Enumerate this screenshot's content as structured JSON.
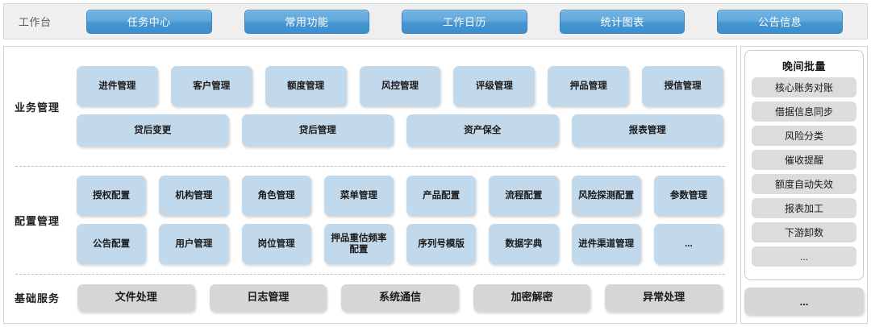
{
  "header": {
    "workbench_label": "工作台",
    "tabs": [
      {
        "label": "任务中心"
      },
      {
        "label": "常用功能"
      },
      {
        "label": "工作日历"
      },
      {
        "label": "统计图表"
      },
      {
        "label": "公告信息"
      }
    ]
  },
  "sections": [
    {
      "label": "业务管理",
      "rows": [
        [
          {
            "label": "进件管理"
          },
          {
            "label": "客户管理"
          },
          {
            "label": "额度管理"
          },
          {
            "label": "风控管理"
          },
          {
            "label": "评级管理"
          },
          {
            "label": "押品管理"
          },
          {
            "label": "授信管理"
          }
        ],
        [
          {
            "label": "贷后变更"
          },
          {
            "label": "贷后管理"
          },
          {
            "label": "资产保全"
          },
          {
            "label": "报表管理"
          }
        ]
      ]
    },
    {
      "label": "配置管理",
      "rows": [
        [
          {
            "label": "授权配置"
          },
          {
            "label": "机构管理"
          },
          {
            "label": "角色管理"
          },
          {
            "label": "菜单管理"
          },
          {
            "label": "产品配置"
          },
          {
            "label": "流程配置"
          },
          {
            "label": "风险探测配置"
          },
          {
            "label": "参数管理"
          }
        ],
        [
          {
            "label": "公告配置"
          },
          {
            "label": "用户管理"
          },
          {
            "label": "岗位管理"
          },
          {
            "label": "押品重估频率配置"
          },
          {
            "label": "序列号模版"
          },
          {
            "label": "数据字典"
          },
          {
            "label": "进件渠道管理"
          },
          {
            "label": "..."
          }
        ]
      ]
    },
    {
      "label": "基础服务",
      "rows": [
        [
          {
            "label": "文件处理"
          },
          {
            "label": "日志管理"
          },
          {
            "label": "系统通信"
          },
          {
            "label": "加密解密"
          },
          {
            "label": "异常处理"
          }
        ]
      ]
    }
  ],
  "batch_panel": {
    "title": "晚间批量",
    "items": [
      {
        "label": "核心账务对账"
      },
      {
        "label": "借据信息同步"
      },
      {
        "label": "风险分类"
      },
      {
        "label": "催收提醒"
      },
      {
        "label": "额度自动失效"
      },
      {
        "label": "报表加工"
      },
      {
        "label": "下游卸数"
      },
      {
        "label": "..."
      }
    ],
    "more_label": "..."
  },
  "colors": {
    "tab_blue_top": "#72b4e2",
    "tab_blue_bottom": "#3d8ecd",
    "tile_blue": "#c2d9ec",
    "tile_gray": "#d6d6d6",
    "topbar_bg": "#efefef",
    "batch_item_gray": "#dcdcdc"
  }
}
